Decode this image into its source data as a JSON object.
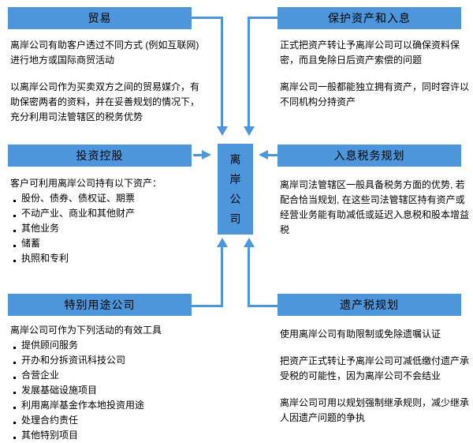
{
  "diagram": {
    "center": {
      "label": "离岸公司"
    },
    "panels": {
      "trade": {
        "title": "贸易",
        "paragraphs": [
          "离岸公司有助客户透过不同方式 (例如互联网) 进行地方或国际商贸活动",
          "以离岸公司作为买卖双方之间的贸易媒介，有助保密两者的资料，并在妥善规划的情况下，充分利用司法管辖区的税务优势"
        ]
      },
      "protect_assets": {
        "title": "保护资产和入息",
        "paragraphs": [
          "正式把资产转让予离岸公司可以确保资料保密，而且免除日后资产索偿的问题",
          "离岸公司一般都能独立拥有资产，同时容许以不同机构分持资产"
        ]
      },
      "investment_holding": {
        "title": "投资控股",
        "intro": "客户可利用离岸公司持有以下资产：",
        "bullets": [
          "股份、债券、债权证、期票",
          "不动产业、商业和其他财产",
          "其他业务",
          "储蓄",
          "执照和专利"
        ]
      },
      "income_tax_planning": {
        "title": "入息税务规划",
        "paragraphs": [
          "离岸司法管辖区一般具备税务方面的优势, 若配合恰当规划, 在这些司法管辖区持有资产或经营业务能有助减低或延迟入息税和股本增益税"
        ]
      },
      "special_purpose": {
        "title": "特别用途公司",
        "intro": "离岸公司可作为下列活动的有效工具",
        "bullets": [
          "提供顾问服务",
          "开办和分拆资讯科技公司",
          "合营企业",
          "发展基础设施项目",
          "利用离岸基金作本地投资用途",
          "处理合约责任",
          "其他特别项目"
        ]
      },
      "estate_tax_planning": {
        "title": "遗产税规划",
        "paragraphs": [
          "使用离岸公司有助限制或免除遗嘱认证",
          "把资产正式转让予离岸公司可减低缴付遗产承受税的可能性，因为离岸公司不会结业",
          "离岸公司可用以规划强制继承规则，减少继承人因遗产问题的争执"
        ]
      }
    },
    "colors": {
      "accent": "#4D96DB",
      "text": "#000000",
      "background": "#FFFFFF"
    }
  }
}
